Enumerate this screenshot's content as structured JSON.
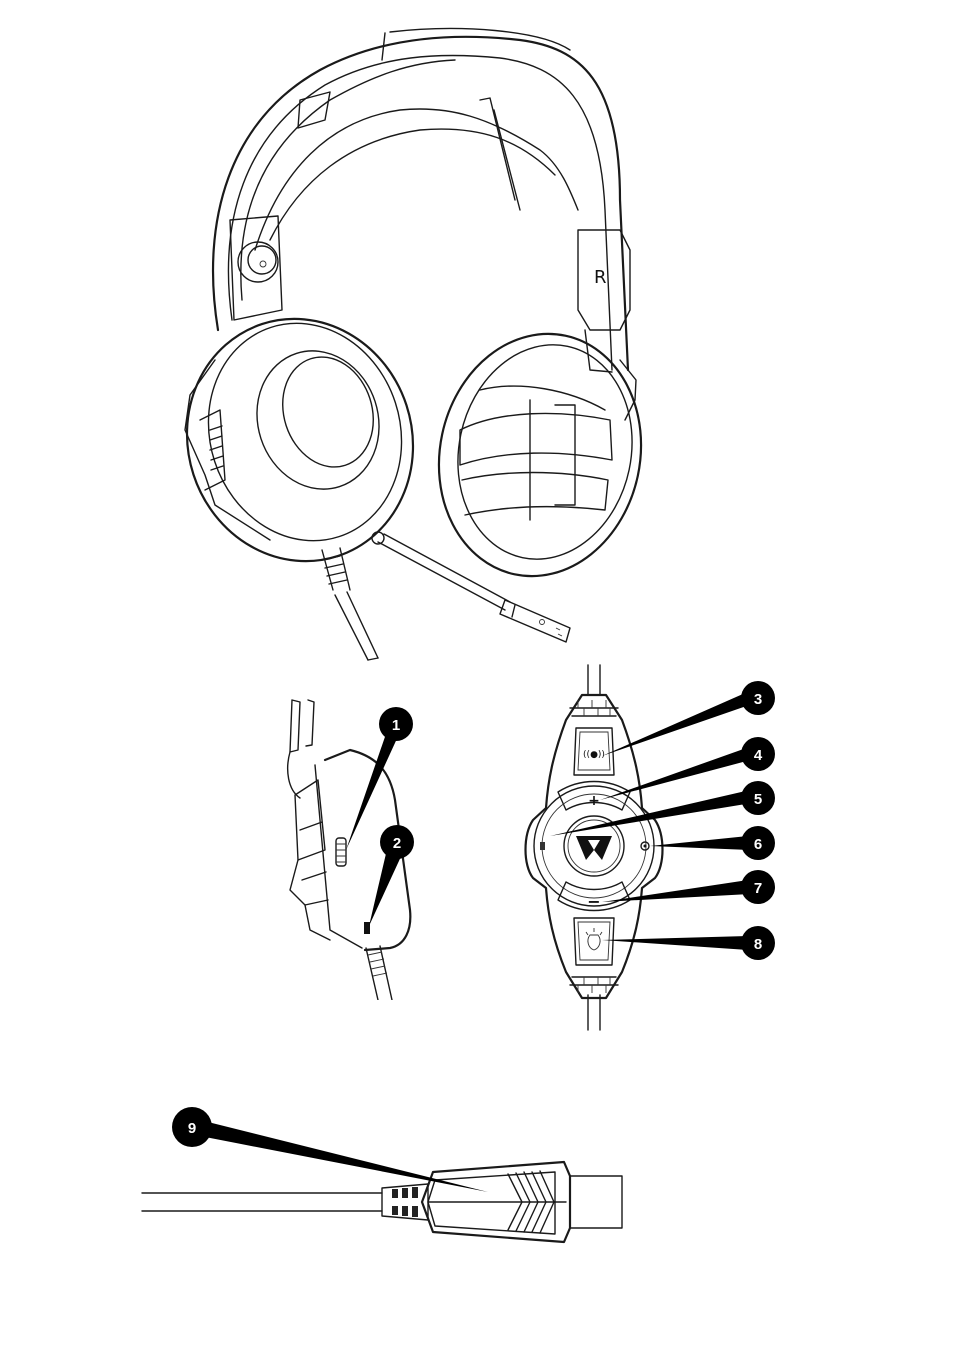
{
  "diagram": {
    "type": "product-parts-diagram",
    "subject": "gaming headset line drawing",
    "views": [
      {
        "id": "overview",
        "description": "Headset front/perspective view with boom microphone and cable"
      },
      {
        "id": "side-earcup",
        "description": "Left earcup side view"
      },
      {
        "id": "inline-remote",
        "description": "In-line remote control"
      },
      {
        "id": "usb-connector",
        "description": "USB plug at cable end"
      }
    ],
    "earcup_marking": "R",
    "callouts": [
      {
        "number": "1",
        "view": "side-earcup",
        "target": "scroll wheel on earcup"
      },
      {
        "number": "2",
        "view": "side-earcup",
        "target": "switch near cable entry"
      },
      {
        "number": "3",
        "view": "inline-remote",
        "target": "sound/vibration button",
        "icon": "((●))"
      },
      {
        "number": "4",
        "view": "inline-remote",
        "target": "volume up button",
        "icon": "+"
      },
      {
        "number": "5",
        "view": "inline-remote",
        "target": "left side button (mic)"
      },
      {
        "number": "6",
        "view": "inline-remote",
        "target": "right side button"
      },
      {
        "number": "7",
        "view": "inline-remote",
        "target": "volume down button",
        "icon": "−"
      },
      {
        "number": "8",
        "view": "inline-remote",
        "target": "light button",
        "icon": "light"
      },
      {
        "number": "9",
        "view": "usb-connector",
        "target": "USB plug"
      }
    ],
    "remote_icons": {
      "top": "((●))",
      "plus": "+",
      "minus": "−"
    },
    "colors": {
      "line": "#1a1a1a",
      "callout_fill": "#000000",
      "callout_text": "#ffffff",
      "background": "#ffffff"
    }
  }
}
